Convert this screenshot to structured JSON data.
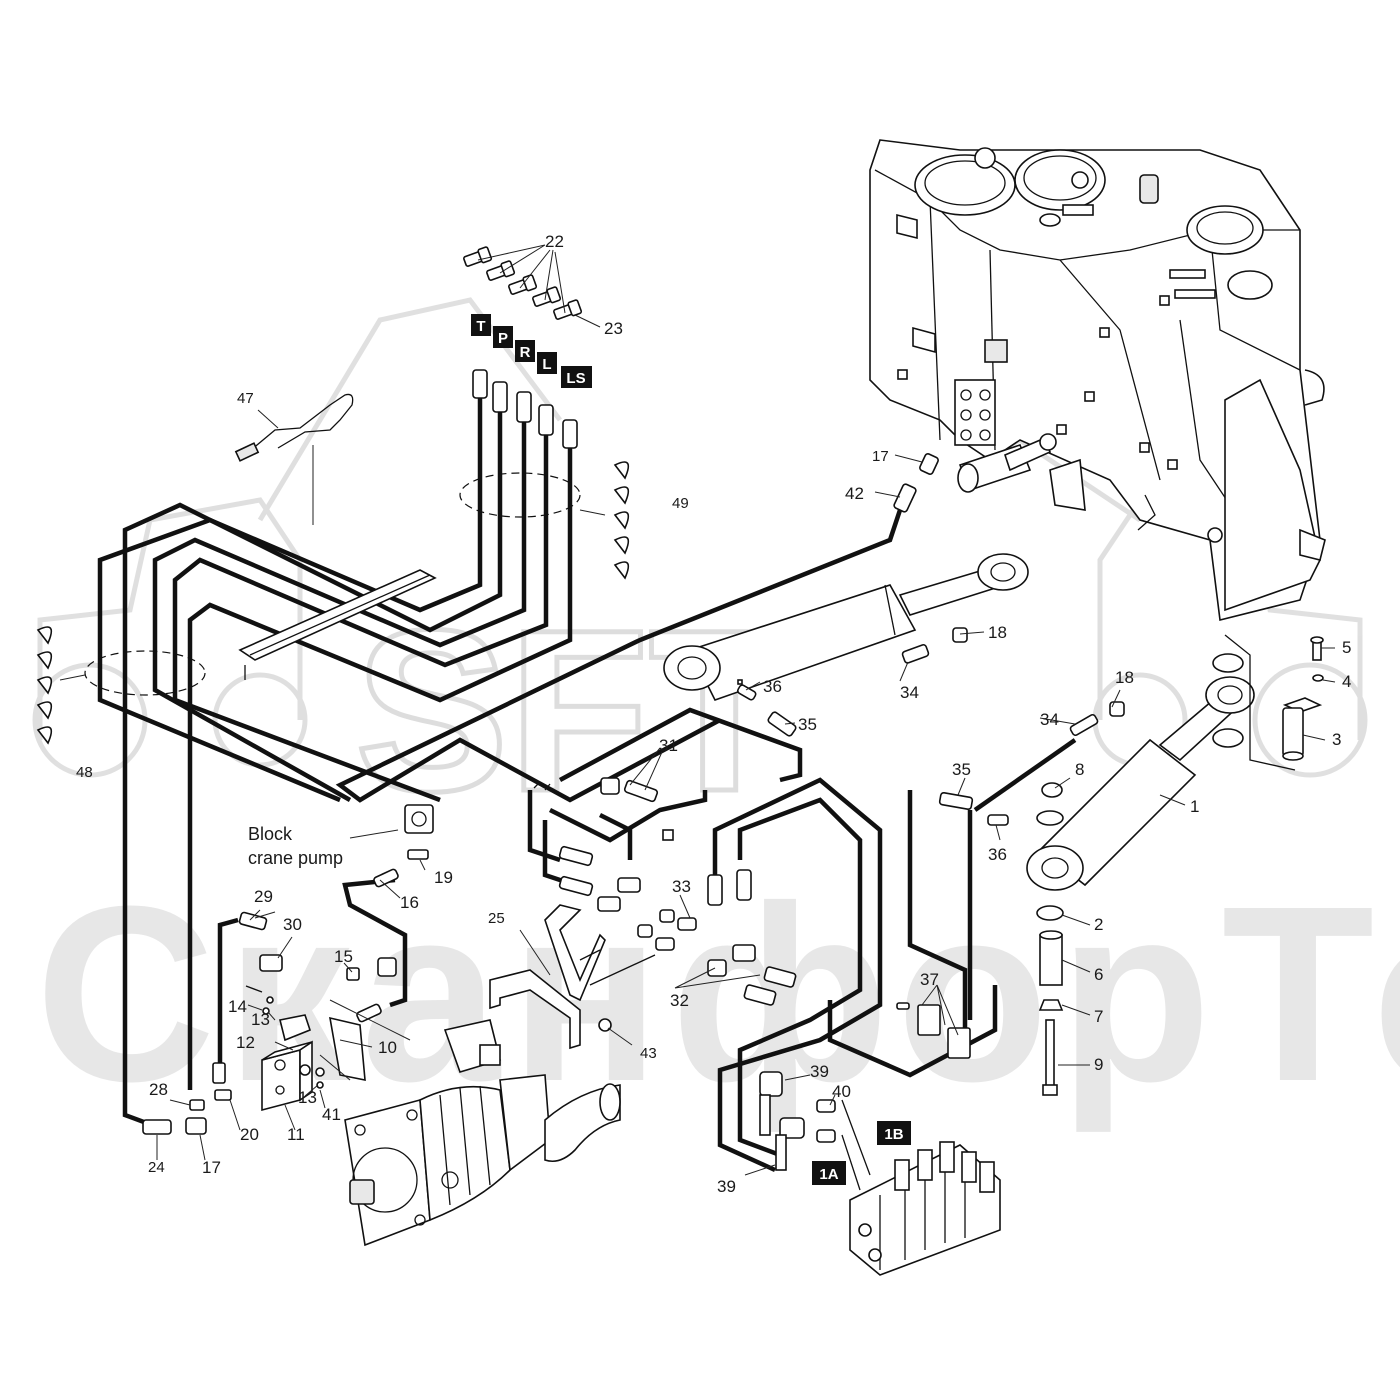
{
  "watermark": {
    "logo_text": "SFT",
    "brand_text": "СканфорТек"
  },
  "note": {
    "line1": "Block",
    "line2": "crane pump"
  },
  "tags": {
    "T": "T",
    "P": "P",
    "R": "R",
    "L": "L",
    "LS": "LS",
    "1A": "1A",
    "1B": "1B"
  },
  "callouts": {
    "c1": "1",
    "c2": "2",
    "c3": "3",
    "c4": "4",
    "c5": "5",
    "c6": "6",
    "c7": "7",
    "c8": "8",
    "c9": "9",
    "c10": "10",
    "c11": "11",
    "c12": "12",
    "c13a": "13",
    "c13b": "13",
    "c14": "14",
    "c15": "15",
    "c16": "16",
    "c17a": "17",
    "c17b": "17",
    "c18a": "18",
    "c18b": "18",
    "c19": "19",
    "c20": "20",
    "c22": "22",
    "c23": "23",
    "c24": "24",
    "c25": "25",
    "c28": "28",
    "c29": "29",
    "c30": "30",
    "c31": "31",
    "c32": "32",
    "c33": "33",
    "c34a": "34",
    "c34b": "34",
    "c35a": "35",
    "c35b": "35",
    "c36a": "36",
    "c36b": "36",
    "c37": "37",
    "c39a": "39",
    "c39b": "39",
    "c40": "40",
    "c41": "41",
    "c42": "42",
    "c43": "43",
    "c47": "47",
    "c48": "48",
    "c49": "49"
  }
}
